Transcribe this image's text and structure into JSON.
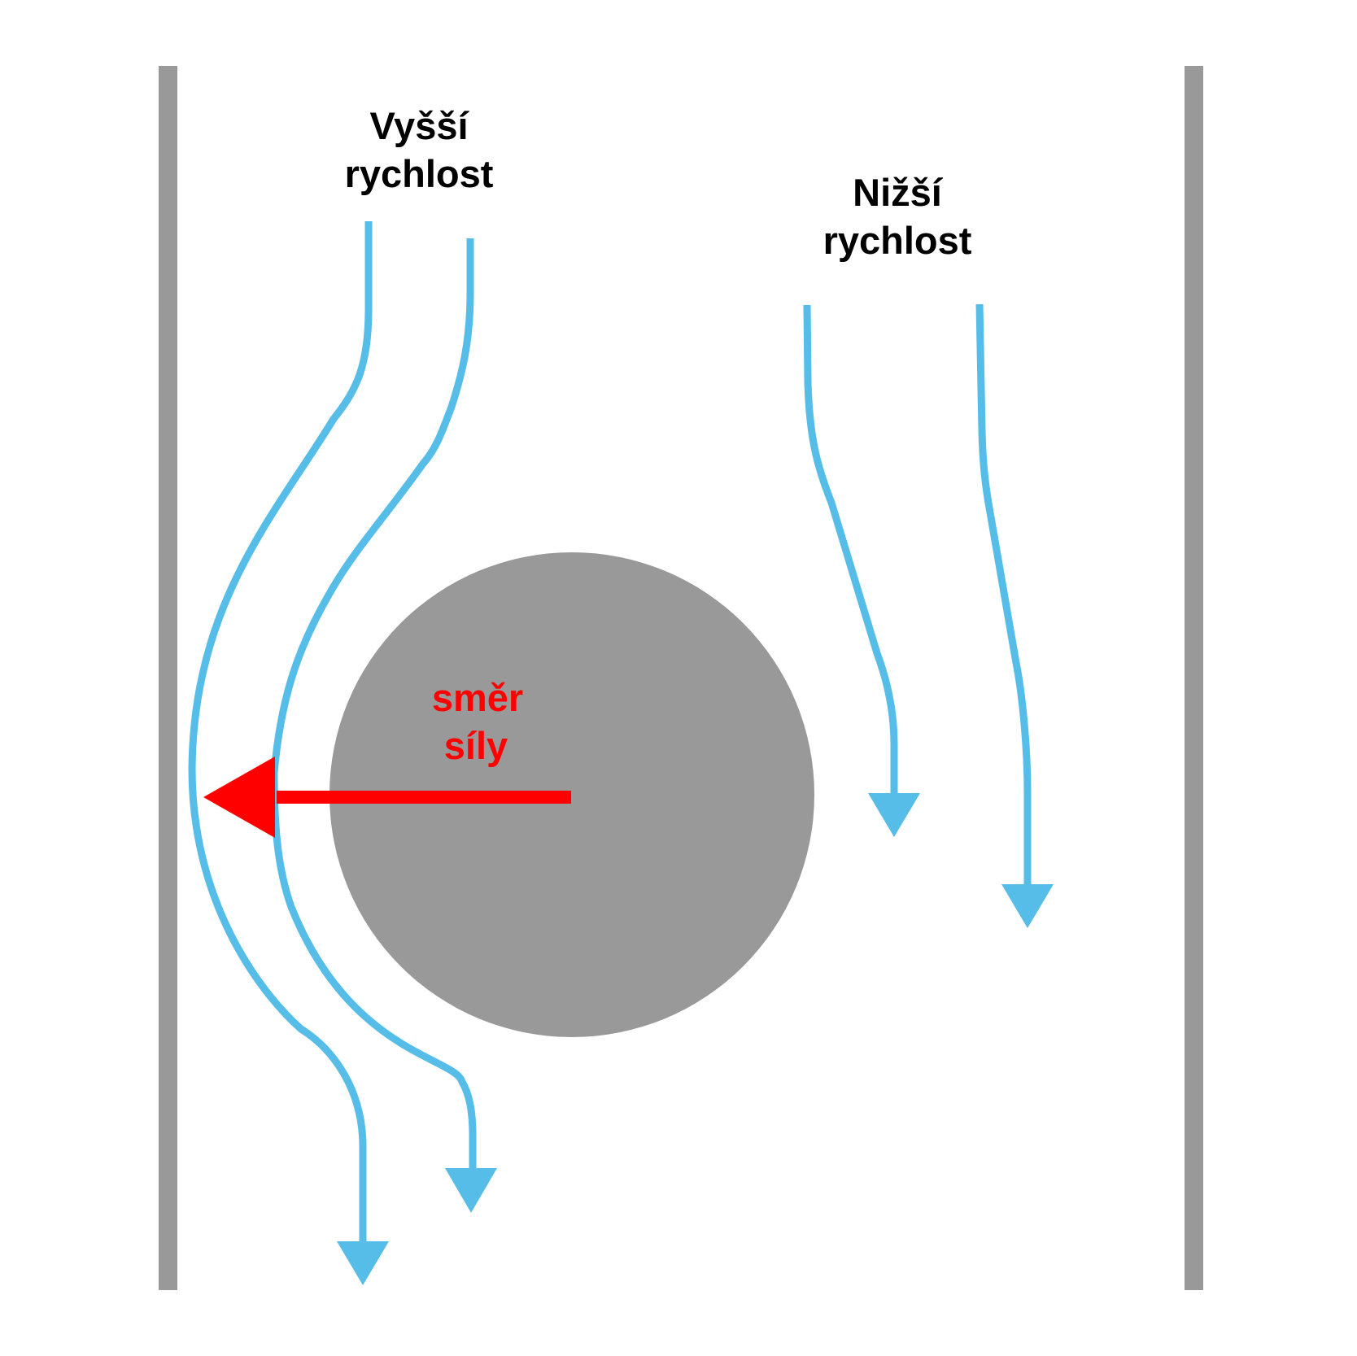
{
  "labels": {
    "higher_speed_line1": "Vyšší",
    "higher_speed_line2": "rychlost",
    "lower_speed_line1": "Nižší",
    "lower_speed_line2": "rychlost",
    "force_direction_line1": "směr",
    "force_direction_line2": "síly"
  },
  "colors": {
    "wall": "#999999",
    "ball": "#999999",
    "streamline": "#56bde8",
    "force_arrow": "#ff0000",
    "text": "#000000",
    "force_text": "#ff0000",
    "background": "#ffffff"
  },
  "elements": {
    "walls": [
      "left-wall",
      "right-wall"
    ],
    "streamlines": [
      "streamline-left-outer",
      "streamline-left-inner",
      "streamline-right-inner",
      "streamline-right-outer"
    ],
    "force_arrow_direction": "left"
  }
}
